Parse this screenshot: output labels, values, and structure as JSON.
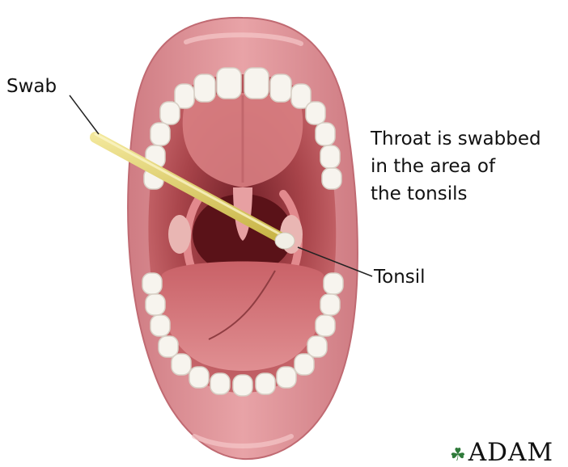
{
  "labels": {
    "swab": "Swab",
    "note_lines": [
      "Throat is swabbed",
      "in the area of",
      "the tonsils"
    ],
    "tonsil": "Tonsil"
  },
  "logo": {
    "text": "ADAM",
    "icon": "leaf-icon"
  },
  "colors": {
    "lips": "#d9868c",
    "mouth_cavity": "#9c3a40",
    "tongue": "#d97a7e",
    "teeth": "#f7f4ee",
    "swab_stick": "#e4d36a",
    "label_text": "#111111"
  }
}
